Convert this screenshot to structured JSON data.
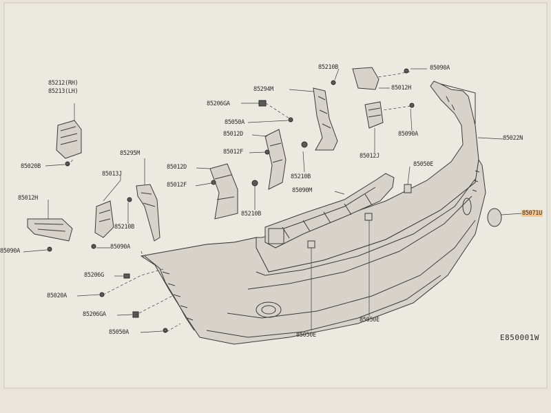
{
  "labels": {
    "l85212": "85212(RH)",
    "l85213": "85213(LH)",
    "l85020B_a": "85020B",
    "l85012H_a": "85012H",
    "l85090A_a": "85090A",
    "l85013J": "85013J",
    "l85295M": "85295M",
    "l85210B_a": "85210B",
    "l85090A_b": "85090A",
    "l85206G": "85206G",
    "l85020A": "85020A",
    "l85206GA_a": "85206GA",
    "l85050A_a": "85050A",
    "l85294M": "85294M",
    "l85206GA_b": "85206GA",
    "l85050A_b": "85050A",
    "l85012D_a": "85012D",
    "l85012F_a": "85012F",
    "l85012D_b": "85012D",
    "l85012F_b": "85012F",
    "l85210B_b": "85210B",
    "l85210B_c": "85210B",
    "l85210B_d": "85210B",
    "l85090A_c": "85090A",
    "l85012H_b": "85012H",
    "l85090A_d": "85090A",
    "l85012J": "85012J",
    "l85022N": "85022N",
    "l85050E_a": "85050E",
    "l85090M": "85090M",
    "l85071U": "85071U",
    "l85050E_b": "85050E",
    "l85050E_c": "85050E"
  },
  "diagram_code": "E850001W",
  "highlight_color": "#f6c78f"
}
